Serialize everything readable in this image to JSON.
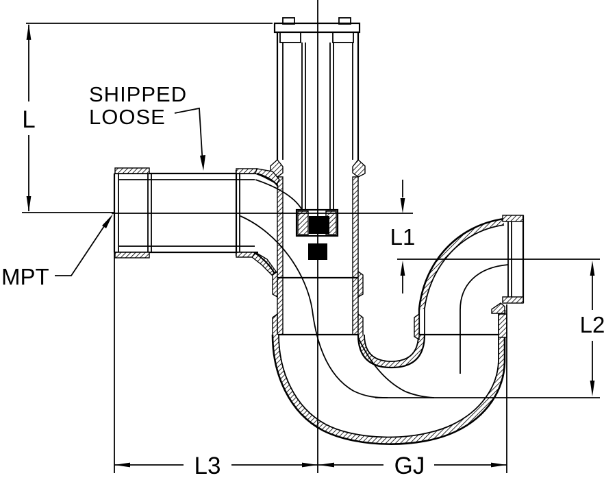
{
  "diagram": {
    "background_color": "#ffffff",
    "line_color": "#000000",
    "labels": {
      "overall_length": "L",
      "inlet_to_outlet_drop": "L1",
      "outlet_to_seal_depth": "L2",
      "horizontal_length": "L3",
      "trap_offset": "GJ",
      "thread_type": "MPT",
      "note_line1": "SHIPPED",
      "note_line2": "LOOSE"
    }
  }
}
